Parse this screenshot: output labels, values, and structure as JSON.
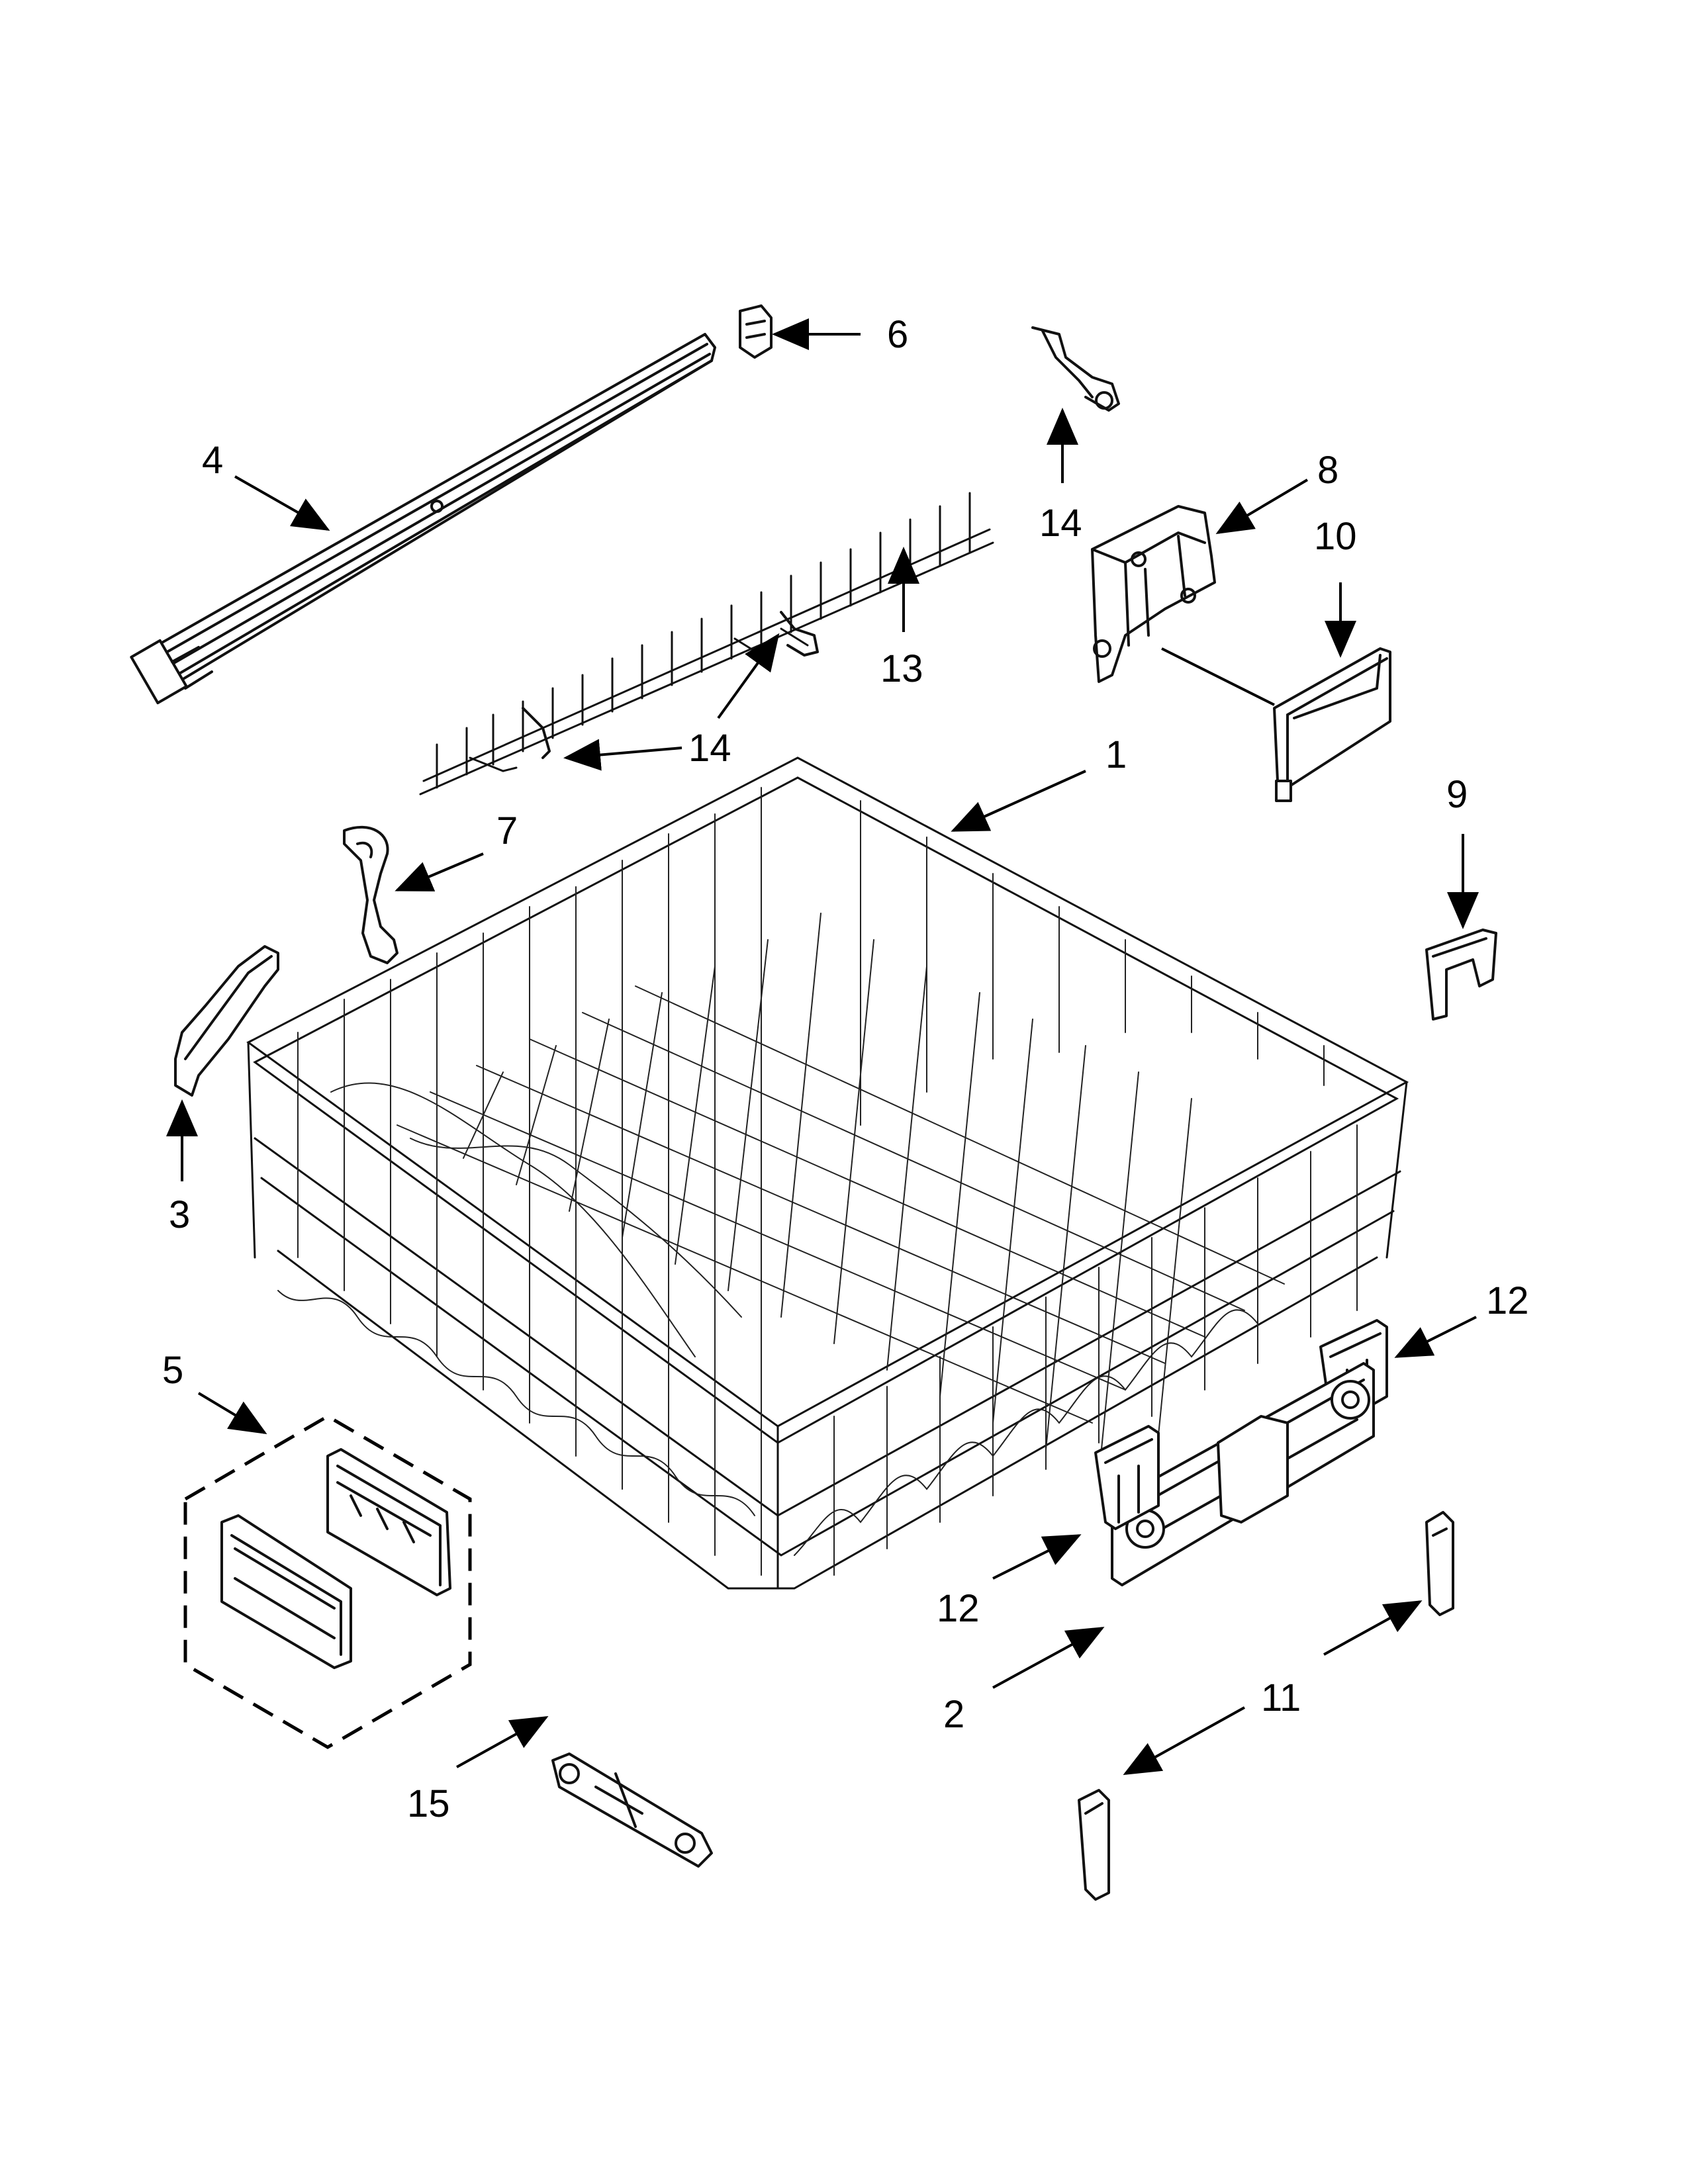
{
  "callouts": [
    {
      "id": "c1",
      "text": "1"
    },
    {
      "id": "c2",
      "text": "2"
    },
    {
      "id": "c3",
      "text": "3"
    },
    {
      "id": "c4",
      "text": "4"
    },
    {
      "id": "c5",
      "text": "5"
    },
    {
      "id": "c6",
      "text": "6"
    },
    {
      "id": "c7",
      "text": "7"
    },
    {
      "id": "c8",
      "text": "8"
    },
    {
      "id": "c9",
      "text": "9"
    },
    {
      "id": "c10",
      "text": "10"
    },
    {
      "id": "c11",
      "text": "11"
    },
    {
      "id": "c12a",
      "text": "12"
    },
    {
      "id": "c12b",
      "text": "12"
    },
    {
      "id": "c13",
      "text": "13"
    },
    {
      "id": "c14a",
      "text": "14"
    },
    {
      "id": "c14b",
      "text": "14"
    },
    {
      "id": "c15",
      "text": "15"
    }
  ],
  "colors": {
    "line": "#000000",
    "background": "#ffffff"
  }
}
